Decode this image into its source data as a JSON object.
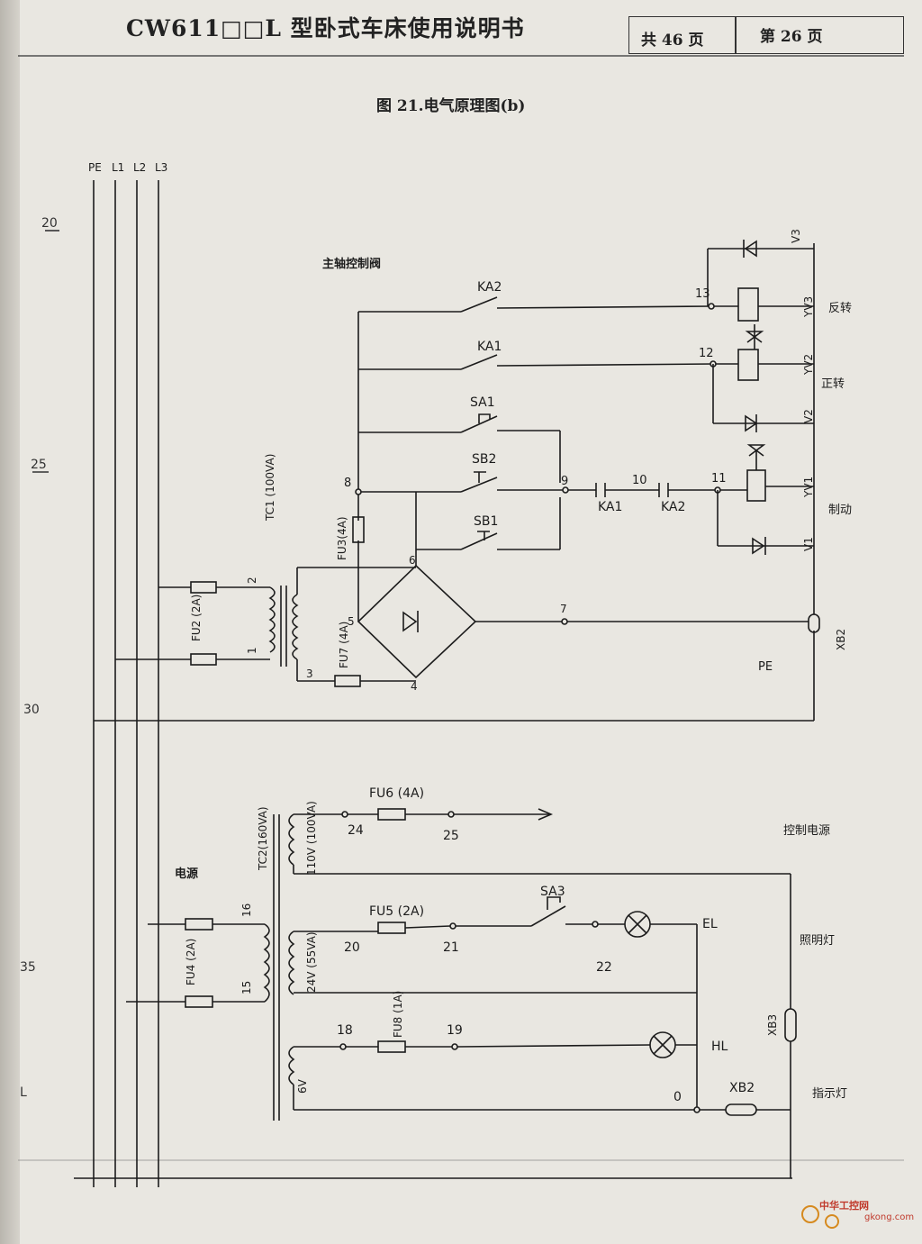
{
  "header": {
    "title": "CW611□□L 型卧式车床使用说明书",
    "total_pages": "共 46 页",
    "page_no": "第 26 页"
  },
  "figure_title": "图 21.电气原理图(b)",
  "margin_numbers": [
    "20",
    "25",
    "30",
    "35",
    "L"
  ],
  "bus_labels": [
    "PE",
    "L1",
    "L2",
    "L3"
  ],
  "upper": {
    "section_title": "主轴控制阀",
    "contacts": [
      "KA2",
      "KA1",
      "SA1",
      "SB2",
      "SB1"
    ],
    "series_contacts": [
      "KA1",
      "KA2"
    ],
    "nodes": [
      "8",
      "9",
      "10",
      "11",
      "12",
      "13",
      "6",
      "5",
      "4",
      "7",
      "3",
      "2",
      "1"
    ],
    "transformer": "TC1 (100VA)",
    "fuses": [
      "FU2 (2A)",
      "FU3(4A)",
      "FU7 (4A)"
    ],
    "valves": [
      "YV3",
      "YV2",
      "YV1"
    ],
    "diodes": [
      "V3",
      "V2",
      "V1"
    ],
    "valve_functions": [
      "反转",
      "正转",
      "制动"
    ],
    "connector": "XB2",
    "pe_label": "PE"
  },
  "lower": {
    "power_label": "电源",
    "transformer": "TC2(160VA)",
    "fuses": [
      "FU4 (2A)",
      "FU6 (4A)",
      "FU5 (2A)",
      "FU8 (1A)"
    ],
    "windings": [
      "110V (100VA)",
      "24V (55VA)",
      "6V"
    ],
    "nodes": [
      "16",
      "15",
      "24",
      "25",
      "20",
      "21",
      "22",
      "18",
      "19",
      "0"
    ],
    "switch": "SA3",
    "lamps": [
      "EL",
      "HL"
    ],
    "connectors": [
      "XB3",
      "XB2"
    ],
    "functions": [
      "控制电源",
      "照明灯",
      "指示灯"
    ]
  },
  "watermark": [
    "中华工控网",
    "gkong.com"
  ]
}
